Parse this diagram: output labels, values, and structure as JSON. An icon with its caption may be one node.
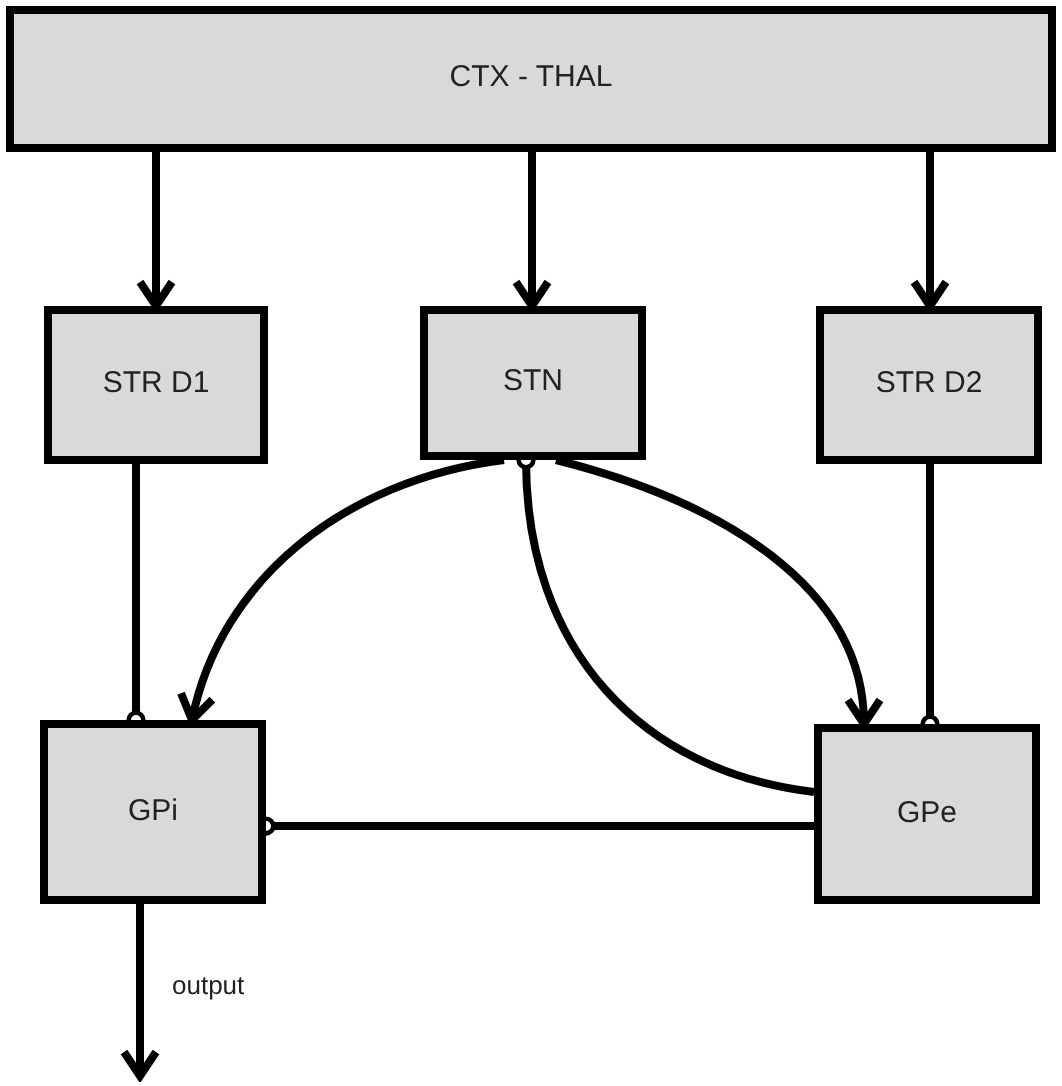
{
  "diagram": {
    "nodes": [
      {
        "text": [
          "CTX - THAL"
        ]
      },
      {
        "text": [
          "STR D1"
        ]
      },
      {
        "text": [
          "STN"
        ]
      },
      {
        "text": [
          "STR D2"
        ]
      },
      {
        "text": [
          "GPi"
        ]
      },
      {
        "text": [
          "GPe"
        ]
      }
    ],
    "edges": [
      {
        "from": 0,
        "to": 1,
        "arrow": "to"
      },
      {
        "from": 0,
        "to": 2,
        "arrow": "to"
      },
      {
        "from": 0,
        "to": 3,
        "arrow": "to"
      },
      {
        "from": 1,
        "to": 4,
        "arrow": "other"
      },
      {
        "from": 2,
        "to": 4,
        "arrow": "to"
      },
      {
        "from": 2,
        "to": 5,
        "arrow": "to"
      },
      {
        "from": 5,
        "to": 2,
        "arrow": "other"
      },
      {
        "from": 3,
        "to": 5,
        "arrow": "other"
      },
      {
        "from": 5,
        "to": 4,
        "arrow": "other"
      },
      {
        "from": 4,
        "to": null,
        "arrow": "to",
        "label": "output"
      }
    ]
  }
}
